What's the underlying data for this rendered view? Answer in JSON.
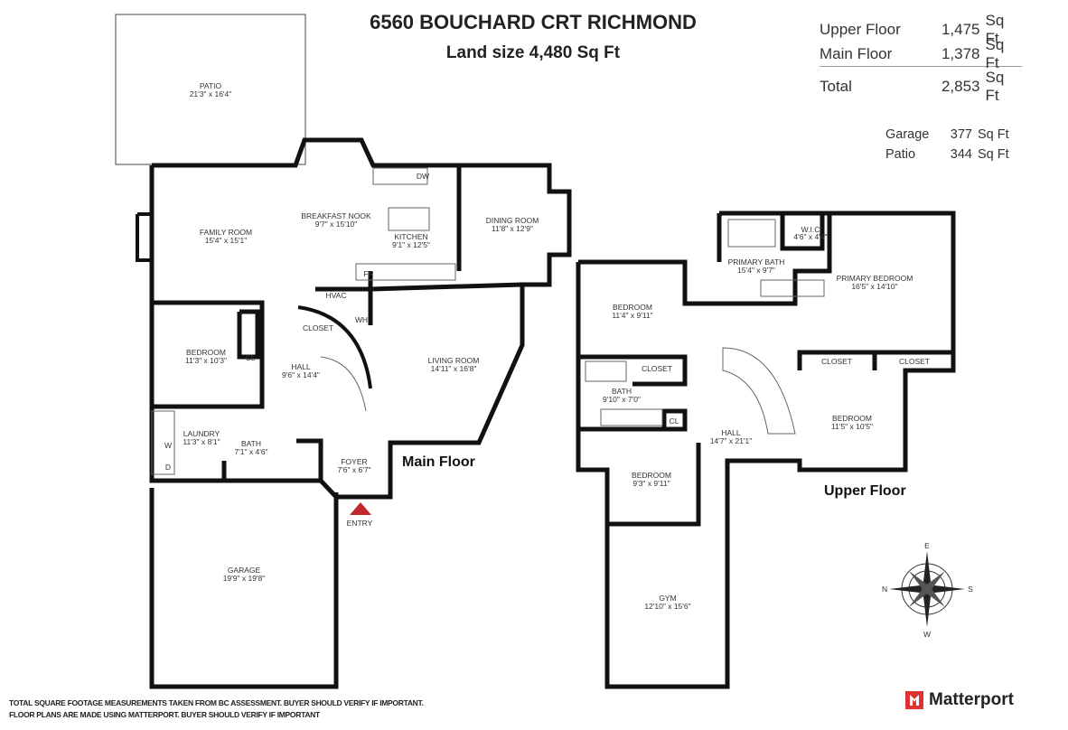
{
  "header": {
    "address": "6560 BOUCHARD CRT RICHMOND",
    "land_size": "Land size  4,480  Sq Ft"
  },
  "areas": [
    {
      "label": "Upper Floor",
      "value": "1,475",
      "unit": "Sq Ft"
    },
    {
      "label": "Main   Floor",
      "value": "1,378",
      "unit": "Sq Ft"
    },
    {
      "label": "Total",
      "value": "2,853",
      "unit": "Sq Ft"
    }
  ],
  "extra_areas": [
    {
      "label": "Garage",
      "value": "377",
      "unit": "Sq Ft"
    },
    {
      "label": "Patio",
      "value": "344",
      "unit": "Sq Ft"
    }
  ],
  "main_floor": {
    "label": "Main Floor",
    "entry": "ENTRY",
    "rooms": [
      {
        "name": "PATIO",
        "dims": "21'3\" x 16'4\""
      },
      {
        "name": "FAMILY ROOM",
        "dims": "15'4\" x 15'1\""
      },
      {
        "name": "BREAKFAST NOOK",
        "dims": "9'7\" x 15'10\""
      },
      {
        "name": "KITCHEN",
        "dims": "9'1\" x 12'5\""
      },
      {
        "name": "DINING ROOM",
        "dims": "11'8\" x 12'9\""
      },
      {
        "name": "BEDROOM",
        "dims": "11'3\" x 10'3\""
      },
      {
        "name": "HALL",
        "dims": "9'6\" x 14'4\""
      },
      {
        "name": "LIVING ROOM",
        "dims": "14'11\" x 16'8\""
      },
      {
        "name": "LAUNDRY",
        "dims": "11'3\" x 8'1\""
      },
      {
        "name": "BATH",
        "dims": "7'1\" x 4'6\""
      },
      {
        "name": "FOYER",
        "dims": "7'6\" x 6'7\""
      },
      {
        "name": "GARAGE",
        "dims": "19'9\" x 19'8\""
      }
    ],
    "fixtures": {
      "closet": "CLOSET",
      "cl": "CL",
      "fr": "FR",
      "dw": "DW",
      "hvac": "HVAC",
      "wh": "WH",
      "w": "W",
      "d": "D"
    }
  },
  "upper_floor": {
    "label": "Upper Floor",
    "rooms": [
      {
        "name": "PRIMARY BATH",
        "dims": "15'4\" x 9'7\""
      },
      {
        "name": "W.I.C",
        "dims": "4'6\" x 4'4\""
      },
      {
        "name": "PRIMARY BEDROOM",
        "dims": "16'5\" x 14'10\""
      },
      {
        "name": "BEDROOM",
        "dims": "11'4\" x 9'11\""
      },
      {
        "name": "BATH",
        "dims": "9'10\" x 7'0\""
      },
      {
        "name": "HALL",
        "dims": "14'7\" x 21'1\""
      },
      {
        "name": "BEDROOM",
        "dims": "11'5\" x 10'5\""
      },
      {
        "name": "BEDROOM",
        "dims": "9'3\" x 9'11\""
      },
      {
        "name": "GYM",
        "dims": "12'10\" x 15'6\""
      }
    ],
    "fixtures": {
      "closet": "CLOSET",
      "cl": "CL"
    }
  },
  "compass": {
    "n": "N",
    "e": "E",
    "s": "S",
    "w": "W"
  },
  "footer": {
    "line1": "TOTAL SQUARE FOOTAGE MEASUREMENTS TAKEN FROM BC ASSESSMENT. BUYER SHOULD VERIFY IF IMPORTANT.",
    "line2": "FLOOR PLANS ARE MADE USING MATTERPORT. BUYER SHOULD VERIFY IF IMPORTANT",
    "brand": "Matterport"
  },
  "colors": {
    "wall": "#111111",
    "entry_arrow": "#c0282d",
    "brand": "#d33333"
  }
}
